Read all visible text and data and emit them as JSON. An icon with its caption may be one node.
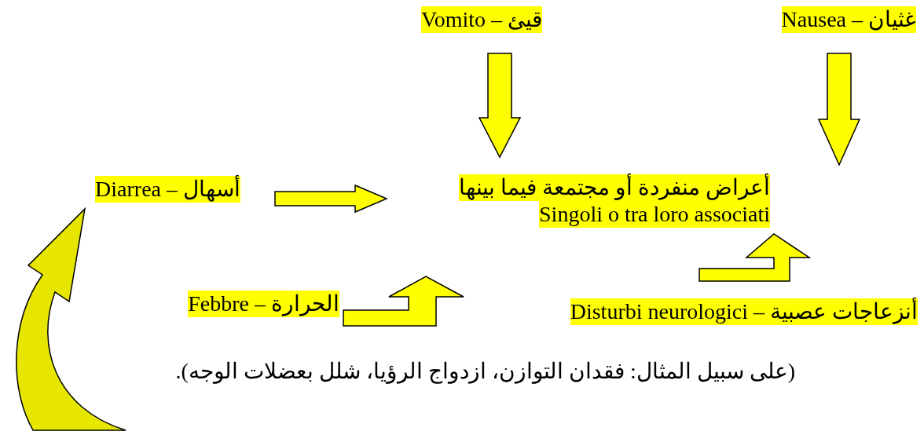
{
  "diagram": {
    "nodes": [
      {
        "text": [
          "قيئ – Vomito"
        ]
      },
      {
        "text": [
          "غثيان – Nausea"
        ]
      },
      {
        "text": [
          "أسهال – Diarrea"
        ]
      },
      {
        "text": [
          "أعراض منفردة أو مجتمعة فيما بينها",
          "Singoli o tra loro associati"
        ]
      },
      {
        "text": [
          "الحرارة – Febbre"
        ]
      },
      {
        "text": [
          "أنزعاجات عصبية – Disturbi neurologici"
        ]
      }
    ],
    "edges": [
      {
        "from": 0,
        "to": 3,
        "arrow": "to"
      },
      {
        "from": 1,
        "to": 3,
        "arrow": "to"
      },
      {
        "from": 2,
        "to": 3,
        "arrow": "to"
      },
      {
        "from": 4,
        "to": 3,
        "arrow": "to"
      },
      {
        "from": 5,
        "to": 3,
        "arrow": "to"
      },
      {
        "from": null,
        "to": 2,
        "arrow": "to"
      }
    ],
    "labels": [
      "(على سبيل المثال: فقدان التوازن، ازدواج الرؤيا، شلل بعضلات الوجه)."
    ]
  }
}
